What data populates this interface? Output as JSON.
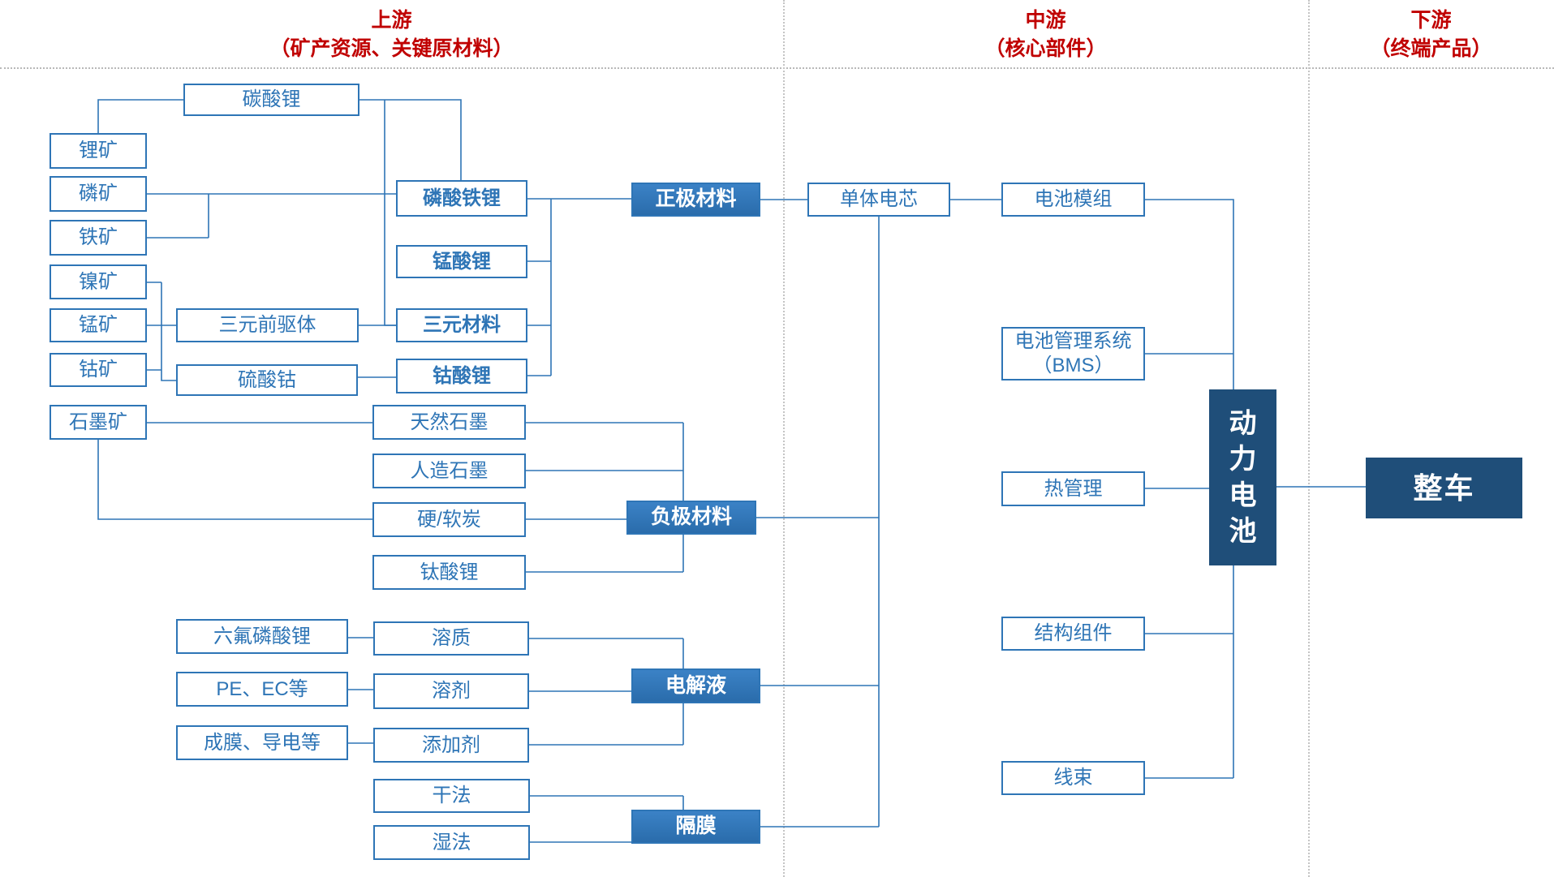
{
  "colors": {
    "accent": "#2E75B6",
    "dark_blue": "#1F4E79",
    "header_red": "#C00000",
    "line": "#2E75B6"
  },
  "headers": {
    "upstream_title": "上游",
    "upstream_subtitle": "（矿产资源、关键原材料）",
    "midstream_title": "中游",
    "midstream_subtitle": "（核心部件）",
    "downstream_title": "下游",
    "downstream_subtitle": "（终端产品）"
  },
  "nodes": {
    "lithium_ore": "锂矿",
    "phosphate_ore": "磷矿",
    "iron_ore": "铁矿",
    "nickel_ore": "镍矿",
    "manganese_ore": "锰矿",
    "cobalt_ore": "钴矿",
    "graphite_ore": "石墨矿",
    "lithium_carbonate": "碳酸锂",
    "ternary_precursor": "三元前驱体",
    "cobalt_sulfate": "硫酸钴",
    "lfp": "磷酸铁锂",
    "lmo": "锰酸锂",
    "ternary_material": "三元材料",
    "lco": "钴酸锂",
    "natural_graphite": "天然石墨",
    "artificial_graphite": "人造石墨",
    "hard_soft_carbon": "硬/软炭",
    "lto": "钛酸锂",
    "lipf6": "六氟磷酸锂",
    "pe_ec": "PE、EC等",
    "film_forming": "成膜、导电等",
    "solute": "溶质",
    "solvent": "溶剂",
    "additive": "添加剂",
    "dry_process": "干法",
    "wet_process": "湿法",
    "cathode_material": "正极材料",
    "anode_material": "负极材料",
    "electrolyte": "电解液",
    "separator": "隔膜",
    "cell": "单体电芯",
    "battery_module": "电池模组",
    "bms": "电池管理系统（BMS）",
    "thermal": "热管理",
    "structural": "结构组件",
    "wire_harness": "线束",
    "power_battery": "动力电池",
    "vehicle": "整车"
  }
}
